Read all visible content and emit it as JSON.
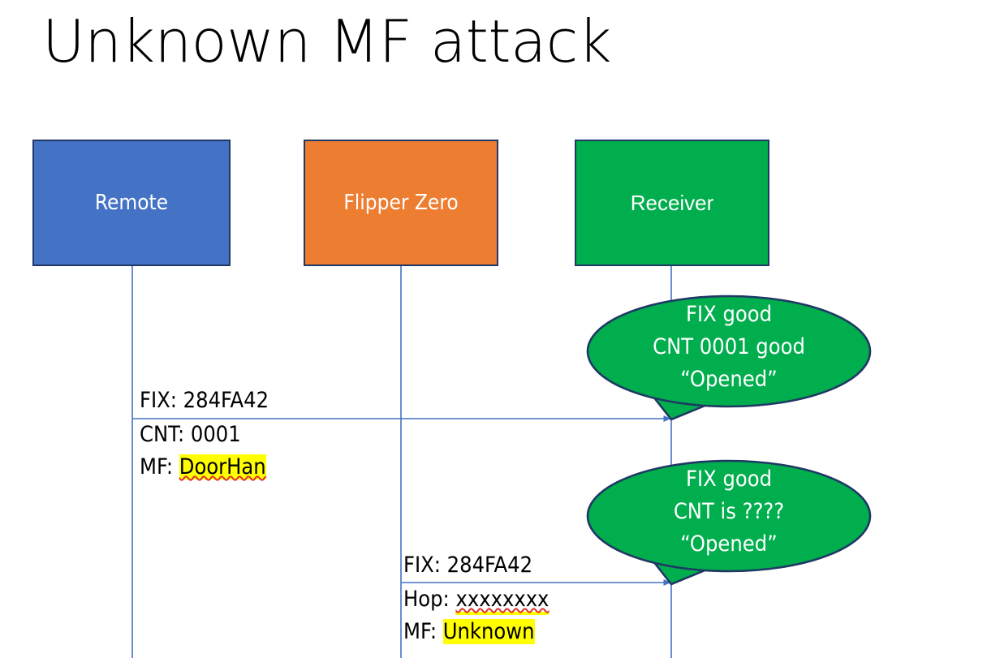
{
  "slide": {
    "title": "Unknown MF attack",
    "background": "#ffffff"
  },
  "colors": {
    "remote": "#4472C4",
    "flipper": "#ED7D31",
    "receiver": "#00AE4D",
    "bubble": "#00AE4D",
    "outline": "#1F3864",
    "lifeline": "#4472C4",
    "arrow": "#4472C4",
    "highlight": "#FFFF00",
    "text": "#000000",
    "box_text": "#ffffff"
  },
  "actors": [
    {
      "id": "remote",
      "label": "Remote"
    },
    {
      "id": "flipper",
      "label": "Flipper Zero"
    },
    {
      "id": "receiver",
      "label": "Receiver"
    }
  ],
  "messages": [
    {
      "id": "msg1",
      "from": "remote",
      "to": "receiver",
      "lines": [
        {
          "label": "FIX: ",
          "value": "284FA42",
          "highlight": false,
          "spellcheck_underline": false
        },
        {
          "label": "CNT: ",
          "value": "0001",
          "highlight": false,
          "spellcheck_underline": false
        },
        {
          "label": "MF: ",
          "value": "DoorHan",
          "highlight": true,
          "spellcheck_underline": true
        }
      ]
    },
    {
      "id": "msg2",
      "from": "flipper",
      "to": "receiver",
      "lines": [
        {
          "label": "FIX: ",
          "value": "284FA42",
          "highlight": false,
          "spellcheck_underline": false
        },
        {
          "label": "Hop: ",
          "value": "xxxxxxxx",
          "highlight": false,
          "spellcheck_underline": true
        },
        {
          "label": "MF: ",
          "value": "Unknown",
          "highlight": true,
          "spellcheck_underline": false
        }
      ]
    }
  ],
  "bubbles": [
    {
      "id": "bubble1",
      "lines": [
        "FIX good",
        "CNT 0001 good",
        "“Opened”"
      ]
    },
    {
      "id": "bubble2",
      "lines": [
        "FIX good",
        "CNT is ????",
        "“Opened”"
      ]
    }
  ]
}
